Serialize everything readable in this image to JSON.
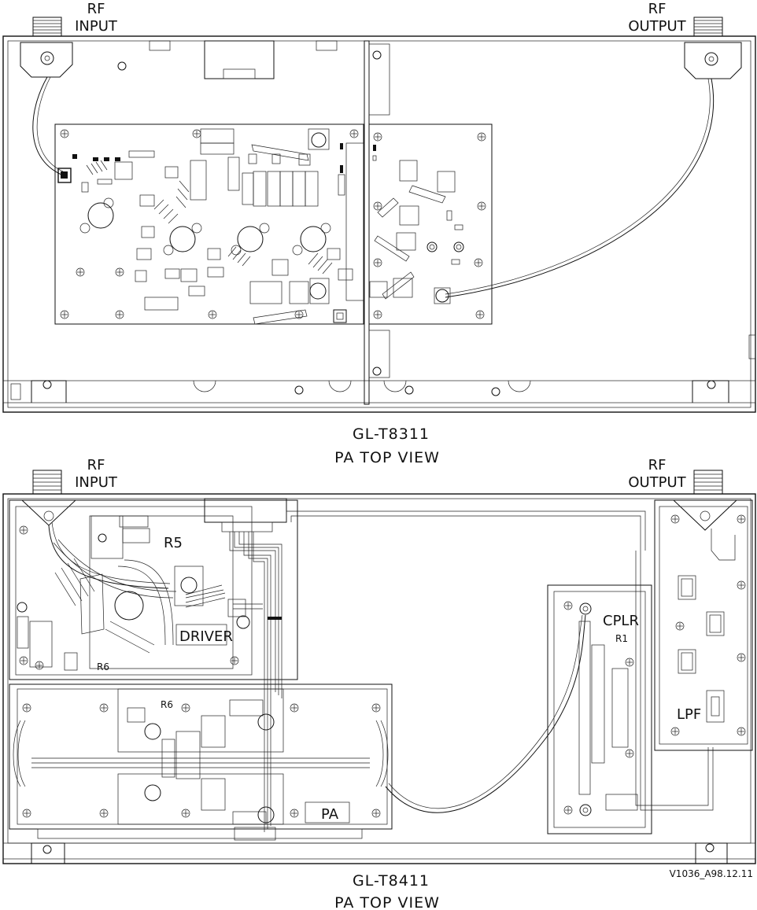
{
  "top_view": {
    "rf_input": [
      "RF",
      "INPUT"
    ],
    "rf_output": [
      "RF",
      "OUTPUT"
    ],
    "model": "GL-T8311",
    "caption": "PA TOP VIEW"
  },
  "bottom_view": {
    "rf_input": [
      "RF",
      "INPUT"
    ],
    "rf_output": [
      "RF",
      "OUTPUT"
    ],
    "model": "GL-T8411",
    "caption": "PA TOP VIEW",
    "labels": {
      "r5": "R5",
      "driver": "DRIVER",
      "r6_lower": "R6",
      "r6_upper": "R6",
      "pa": "PA",
      "cplr": "CPLR",
      "r1": "R1",
      "lpf": "LPF"
    }
  },
  "drawing_code": "V1036_A98.12.11"
}
